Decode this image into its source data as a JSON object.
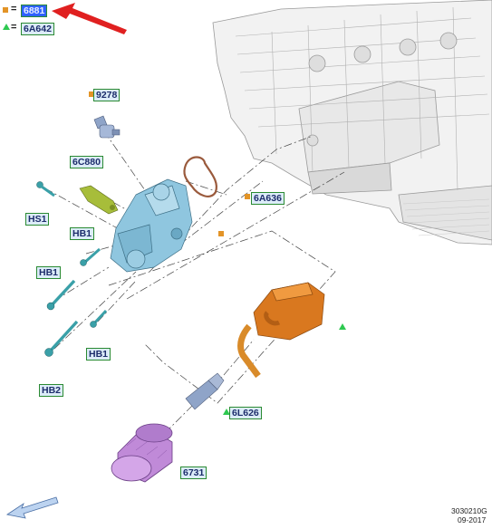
{
  "legend": {
    "square_code": "6881",
    "triangle_code": "6A642",
    "equals": "="
  },
  "callouts": {
    "c9278": "9278",
    "c6C880": "6C880",
    "cHS1": "HS1",
    "cHB1a": "HB1",
    "cHB1b": "HB1",
    "cHB1c": "HB1",
    "cHB2": "HB2",
    "c6A636": "6A636",
    "c6L626": "6L626",
    "c6731": "6731"
  },
  "footer": {
    "ref": "3030210G",
    "date": "09-2017"
  },
  "colors": {
    "square_marker": "#e39427",
    "triangle_marker": "#2ec850",
    "callout_bg": "#dcecf8",
    "callout_border": "#2a8a32",
    "highlight_bg": "#2f62ff",
    "arrow": "#e02020",
    "housing": "#8fc6df",
    "cooler": "#d9781f",
    "filter": "#c08ad8",
    "bolt": "#3aa0a8",
    "sender": "#8fa4c8",
    "bracket": "#a7bd3a"
  },
  "icons": [
    "arrow-pointer-icon",
    "square-marker-icon",
    "triangle-marker-icon",
    "front-direction-arrow-icon"
  ]
}
